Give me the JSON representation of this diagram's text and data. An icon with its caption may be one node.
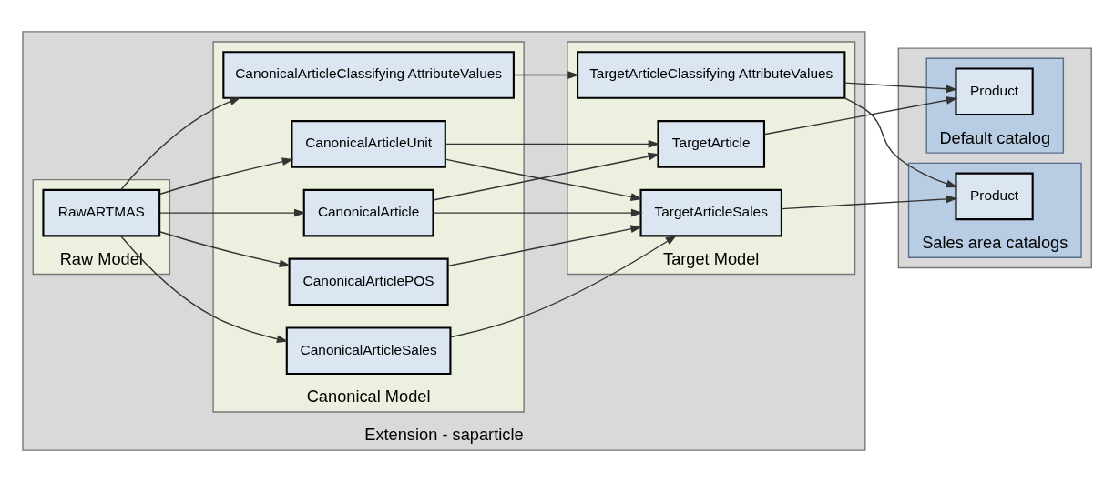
{
  "diagram": {
    "nodes": [
      {
        "text": [
          "Extension - saparticle"
        ]
      },
      {
        "text": [
          "Raw Model"
        ],
        "in": 0
      },
      {
        "text": [
          "RawARTMAS"
        ],
        "in": 1
      },
      {
        "text": [
          "Canonical Model"
        ],
        "in": 0
      },
      {
        "text": [
          "CanonicalArticle"
        ],
        "in": 3
      },
      {
        "text": [
          "CanonicalArticleSales"
        ],
        "in": 3
      },
      {
        "text": [
          "CanonicalArticleUnit"
        ],
        "in": 3
      },
      {
        "text": [
          "CanonicalArticleClassifying AttributeValues"
        ],
        "in": 3
      },
      {
        "text": [
          "CanonicalArticlePOS"
        ],
        "in": 3
      },
      {
        "text": [
          "Target Model"
        ],
        "in": 0
      },
      {
        "text": [
          "TargetArticle"
        ],
        "in": 9
      },
      {
        "text": [
          "TargetArticleSales"
        ],
        "in": 9
      },
      {
        "text": [
          "TargetArticleClassifying AttributeValues"
        ],
        "in": 9
      },
      {
        "text": [],
        "shape": "box"
      },
      {
        "text": [
          "Default catalog"
        ],
        "in": 13
      },
      {
        "text": [
          "Product"
        ],
        "in": 14
      },
      {
        "text": [
          "Sales area catalogs"
        ],
        "in": 13
      },
      {
        "text": [
          "Product"
        ],
        "in": 16
      }
    ],
    "edges": [
      {
        "from": 2,
        "to": 4,
        "arrow": "to"
      },
      {
        "from": 2,
        "to": 5,
        "arrow": "to"
      },
      {
        "from": 2,
        "to": 6,
        "arrow": "to"
      },
      {
        "from": 2,
        "to": 7,
        "arrow": "to"
      },
      {
        "from": 2,
        "to": 8,
        "arrow": "to"
      },
      {
        "from": 4,
        "to": 10,
        "arrow": "to"
      },
      {
        "from": 4,
        "to": 11,
        "arrow": "to"
      },
      {
        "from": 5,
        "to": 11,
        "arrow": "to"
      },
      {
        "from": 6,
        "to": 10,
        "arrow": "to"
      },
      {
        "from": 6,
        "to": 11,
        "arrow": "to"
      },
      {
        "from": 7,
        "to": 12,
        "arrow": "to"
      },
      {
        "from": 8,
        "to": 11,
        "arrow": "to"
      },
      {
        "from": 10,
        "to": 15,
        "arrow": "to"
      },
      {
        "from": 11,
        "to": 17,
        "arrow": "to"
      },
      {
        "from": 12,
        "to": 15,
        "arrow": "to"
      },
      {
        "from": 12,
        "to": 17,
        "arrow": "to"
      }
    ]
  }
}
